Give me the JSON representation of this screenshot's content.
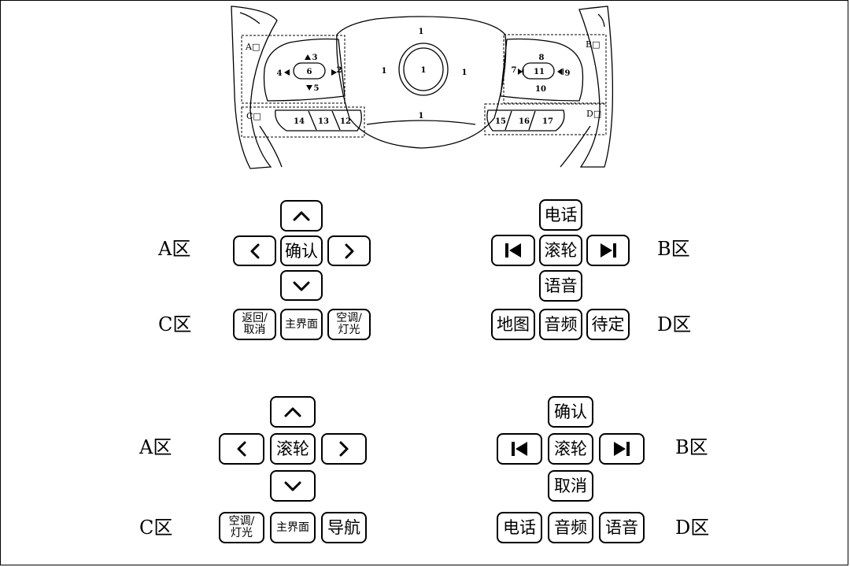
{
  "wheel": {
    "zones": {
      "a": "A□",
      "b": "B□",
      "c": "C□",
      "d": "D□"
    },
    "numbers": {
      "n1_top": "1",
      "n1_left": "1",
      "n1_center": "1",
      "n1_right": "1",
      "n1_bottom": "1",
      "n2": "2",
      "n3": "3",
      "n4": "4",
      "n5": "5",
      "n6": "6",
      "n7": "7",
      "n8": "8",
      "n9": "9",
      "n10": "10",
      "n11": "11",
      "n12": "12",
      "n13": "13",
      "n14": "14",
      "n15": "15",
      "n16": "16",
      "n17": "17"
    }
  },
  "layout1": {
    "zone_a": "A区",
    "zone_b": "B区",
    "zone_c": "C区",
    "zone_d": "D区",
    "a_center": "确认",
    "b_top": "电话",
    "b_center": "滚轮",
    "b_bottom": "语音",
    "c_keys": [
      "返回/\n取消",
      "主界面",
      "空调/\n灯光"
    ],
    "d_keys": [
      "地图",
      "音频",
      "待定"
    ]
  },
  "layout2": {
    "zone_a": "A区",
    "zone_b": "B区",
    "zone_c": "C区",
    "zone_d": "D区",
    "a_center": "滚轮",
    "b_top": "确认",
    "b_center": "滚轮",
    "b_bottom": "取消",
    "c_keys": [
      "空调/\n灯光",
      "主界面",
      "导航"
    ],
    "d_keys": [
      "电话",
      "音频",
      "语音"
    ]
  },
  "icons": {
    "up": "chevron-up-icon",
    "down": "chevron-down-icon",
    "left": "chevron-left-icon",
    "right": "chevron-right-icon",
    "prev": "skip-previous-icon",
    "next": "skip-next-icon"
  }
}
